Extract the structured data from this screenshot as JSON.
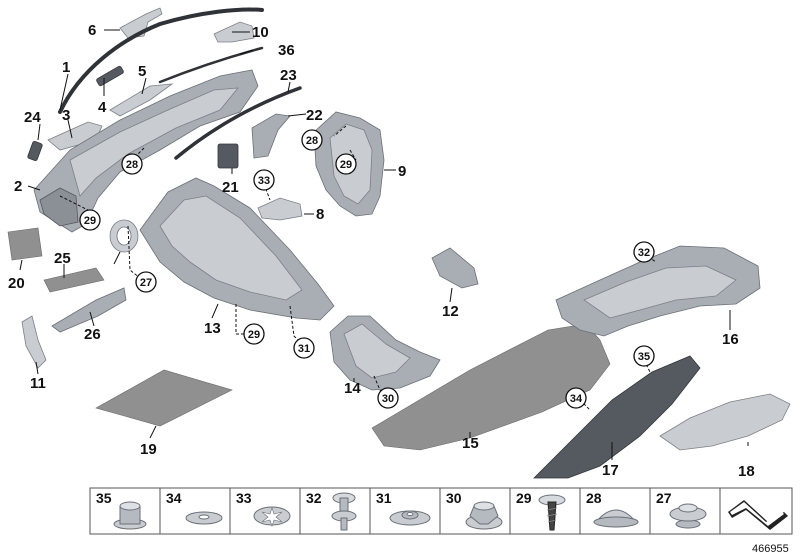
{
  "diagram": {
    "reference_number": "466955",
    "part_labels": [
      "1",
      "2",
      "3",
      "4",
      "5",
      "6",
      "8",
      "9",
      "10",
      "11",
      "12",
      "13",
      "14",
      "15",
      "16",
      "17",
      "18",
      "19",
      "20",
      "21",
      "22",
      "23",
      "24",
      "25",
      "26",
      "36"
    ],
    "circled_labels": [
      "28",
      "28",
      "29",
      "29",
      "29",
      "27",
      "30",
      "31",
      "32",
      "33",
      "34",
      "35"
    ],
    "circled_callouts": {
      "c28a": "28",
      "c28b": "28",
      "c29a": "29",
      "c29b": "29",
      "c29c": "29",
      "c27": "27",
      "c30": "30",
      "c31": "31",
      "c32": "32",
      "c33": "33",
      "c34": "34",
      "c35": "35"
    },
    "fasteners": [
      {
        "number": "35",
        "icon": "flange-nut-icon"
      },
      {
        "number": "34",
        "icon": "washer-icon"
      },
      {
        "number": "33",
        "icon": "star-clip-icon"
      },
      {
        "number": "32",
        "icon": "push-rivet-icon"
      },
      {
        "number": "31",
        "icon": "cage-nut-icon"
      },
      {
        "number": "30",
        "icon": "hex-nut-icon"
      },
      {
        "number": "29",
        "icon": "screw-icon"
      },
      {
        "number": "28",
        "icon": "dome-clip-icon"
      },
      {
        "number": "27",
        "icon": "collar-nut-icon"
      },
      {
        "number": "",
        "icon": "gasket-strip-icon"
      }
    ]
  }
}
